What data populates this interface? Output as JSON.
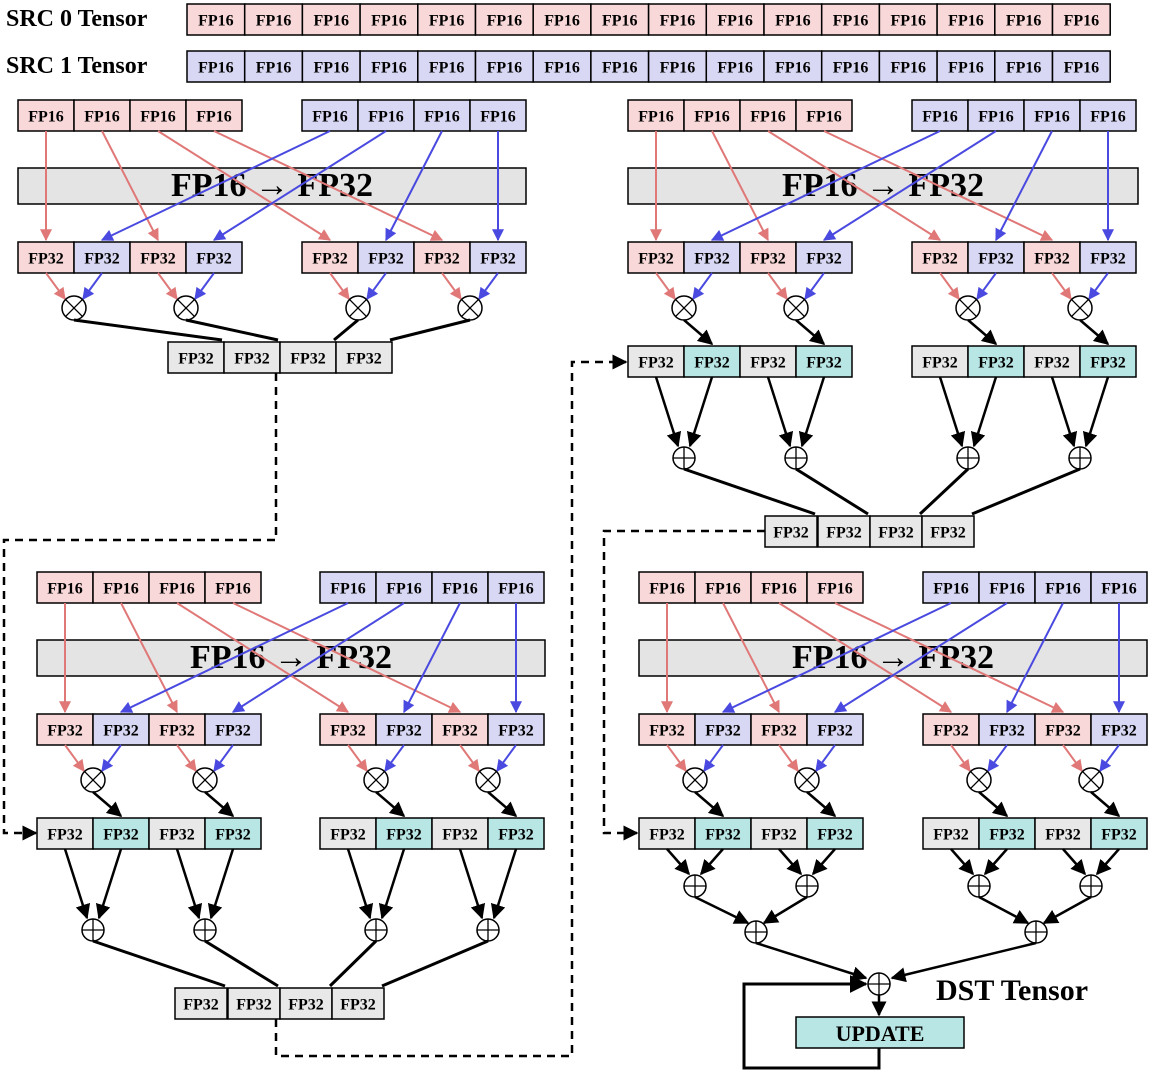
{
  "labels": {
    "src0": "SRC 0 Tensor",
    "src1": "SRC 1 Tensor",
    "dst": "DST Tensor",
    "update": "UPDATE",
    "convert": "FP16 → FP32",
    "fp16": "FP16",
    "fp32": "FP32"
  },
  "colors": {
    "src0_fill": "#f8d8d8",
    "src1_fill": "#d8d8f4",
    "acc_fill": "#e8e8e8",
    "result_fill": "#b8e6e4",
    "convert_fill": "#e4e4e4",
    "src0_arrow": "#e07878",
    "src1_arrow": "#4a4ae0"
  },
  "src0_cells": [
    "FP16",
    "FP16",
    "FP16",
    "FP16",
    "FP16",
    "FP16",
    "FP16",
    "FP16",
    "FP16",
    "FP16",
    "FP16",
    "FP16",
    "FP16",
    "FP16",
    "FP16",
    "FP16"
  ],
  "src1_cells": [
    "FP16",
    "FP16",
    "FP16",
    "FP16",
    "FP16",
    "FP16",
    "FP16",
    "FP16",
    "FP16",
    "FP16",
    "FP16",
    "FP16",
    "FP16",
    "FP16",
    "FP16",
    "FP16"
  ]
}
